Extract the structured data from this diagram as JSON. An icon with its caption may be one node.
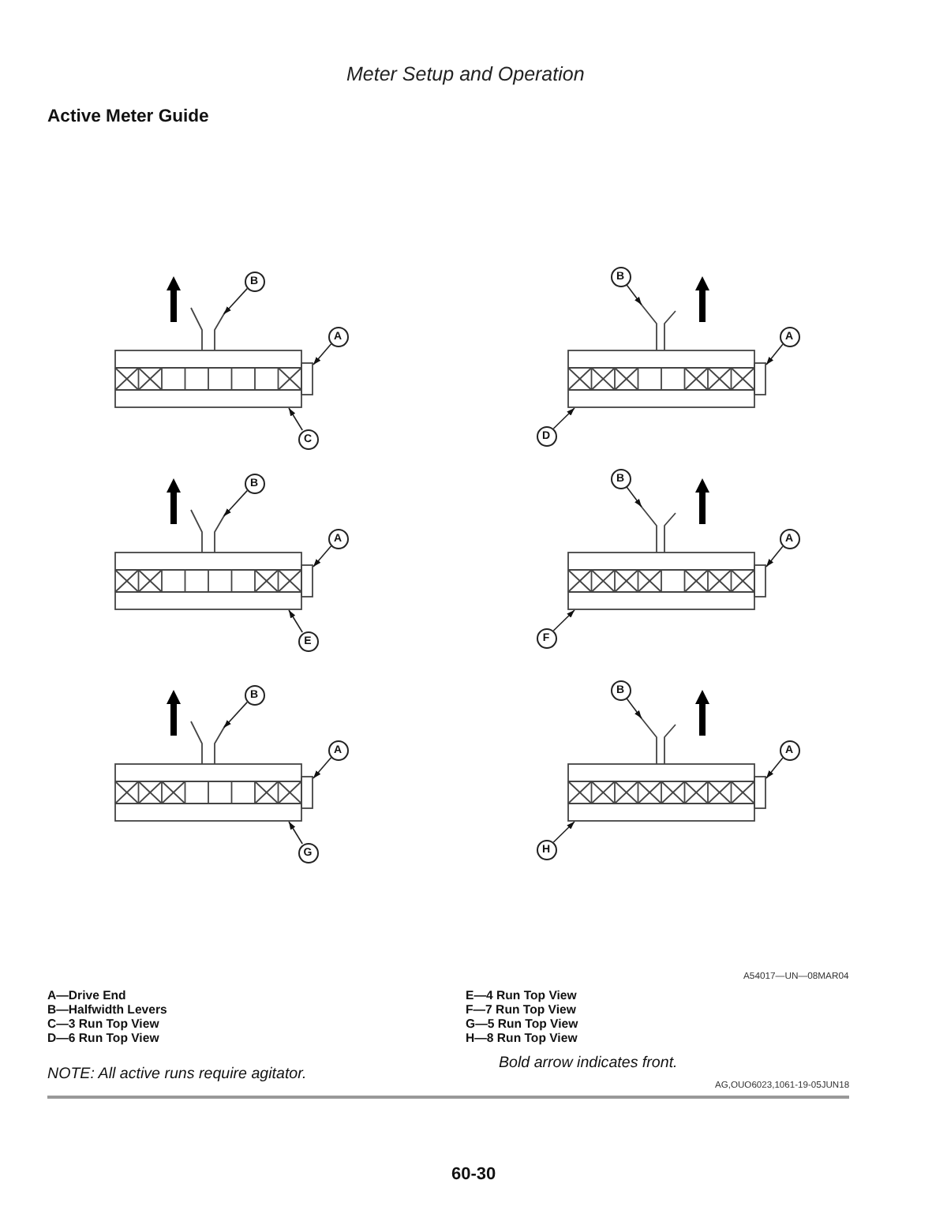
{
  "diagram": {
    "title": "Active Meter Guide",
    "nodes": [
      {
        "text": [
          "B"
        ]
      },
      {
        "text": [],
        "shape": "picture"
      },
      {
        "text": [
          "A"
        ]
      },
      {
        "text": [],
        "shape": "picture"
      },
      {
        "text": [],
        "shape": "box"
      },
      {
        "text": [
          "C"
        ]
      },
      {
        "text": [
          "B"
        ]
      },
      {
        "text": [],
        "shape": "picture"
      },
      {
        "text": [
          "A"
        ]
      },
      {
        "text": [],
        "shape": "picture"
      },
      {
        "text": [],
        "shape": "box"
      },
      {
        "text": [
          "D"
        ]
      },
      {
        "text": [
          "B"
        ]
      },
      {
        "text": [],
        "shape": "picture"
      },
      {
        "text": [
          "A"
        ]
      },
      {
        "text": [],
        "shape": "picture"
      },
      {
        "text": [],
        "shape": "box"
      },
      {
        "text": [
          "E"
        ]
      },
      {
        "text": [
          "B"
        ]
      },
      {
        "text": [],
        "shape": "picture"
      },
      {
        "text": [
          "A"
        ]
      },
      {
        "text": [],
        "shape": "picture"
      },
      {
        "text": [],
        "shape": "box"
      },
      {
        "text": [
          "F"
        ]
      },
      {
        "text": [
          "B"
        ]
      },
      {
        "text": [],
        "shape": "picture"
      },
      {
        "text": [
          "A"
        ]
      },
      {
        "text": [],
        "shape": "picture"
      },
      {
        "text": [],
        "shape": "box"
      },
      {
        "text": [
          "G"
        ]
      },
      {
        "text": [
          "B"
        ]
      },
      {
        "text": [],
        "shape": "picture"
      },
      {
        "text": [
          "A"
        ]
      },
      {
        "text": [],
        "shape": "picture"
      },
      {
        "text": [],
        "shape": "box"
      },
      {
        "text": [
          "H"
        ]
      }
    ],
    "edges": [
      {
        "from": 0,
        "to": 1,
        "arrow": "to"
      },
      {
        "from": 2,
        "to": 4,
        "arrow": "to"
      },
      {
        "from": 5,
        "to": 3,
        "arrow": "to"
      },
      {
        "from": 6,
        "to": 7,
        "arrow": "to"
      },
      {
        "from": 8,
        "to": 10,
        "arrow": "to"
      },
      {
        "from": 11,
        "to": 9,
        "arrow": "to"
      },
      {
        "from": 12,
        "to": 13,
        "arrow": "to"
      },
      {
        "from": 14,
        "to": 16,
        "arrow": "to"
      },
      {
        "from": 17,
        "to": 15,
        "arrow": "to"
      },
      {
        "from": 18,
        "to": 19,
        "arrow": "to"
      },
      {
        "from": 20,
        "to": 22,
        "arrow": "to"
      },
      {
        "from": 23,
        "to": 21,
        "arrow": "to"
      },
      {
        "from": 24,
        "to": 25,
        "arrow": "to"
      },
      {
        "from": 26,
        "to": 28,
        "arrow": "to"
      },
      {
        "from": 29,
        "to": 27,
        "arrow": "to"
      },
      {
        "from": 30,
        "to": 31,
        "arrow": "to"
      },
      {
        "from": 32,
        "to": 34,
        "arrow": "to"
      },
      {
        "from": 35,
        "to": 33,
        "arrow": "to"
      }
    ],
    "labels": [
      "Meter Setup and Operation",
      "A54017—UN—08MAR04",
      "A—Drive End",
      "B—Halfwidth Levers",
      "C—3 Run Top View",
      "D—6 Run Top View",
      "E—4 Run Top View",
      "F—7 Run Top View",
      "G—5 Run Top View",
      "H—8 Run Top View",
      "NOTE: All active runs require agitator.",
      "Bold arrow indicates front.",
      "AG,OUO6023,1061-19-05JUN18",
      "60-30"
    ]
  }
}
